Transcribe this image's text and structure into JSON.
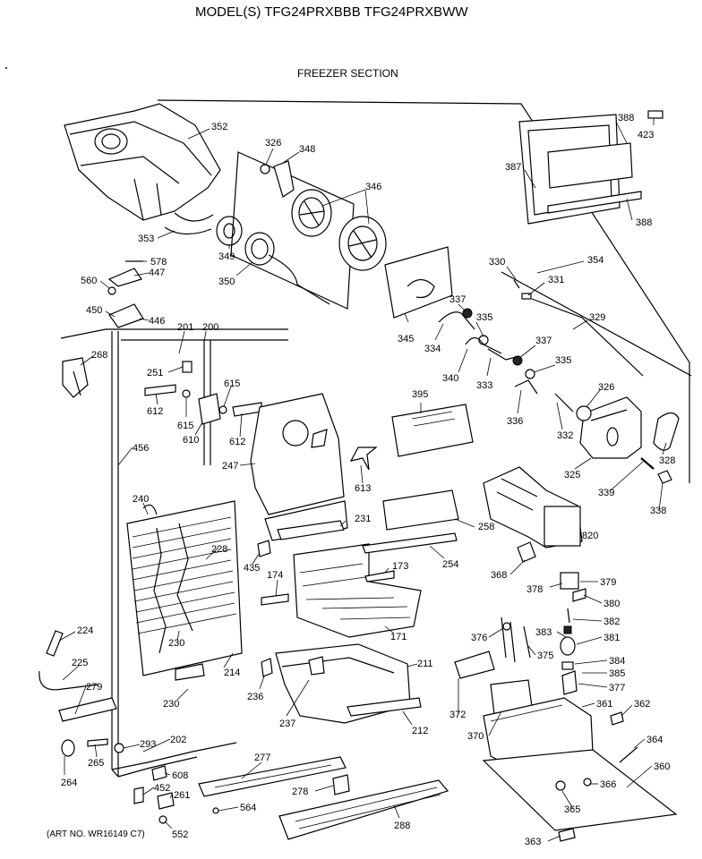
{
  "header": {
    "model_title": "MODEL(S) TFG24PRXBBB  TFG24PRXBWW",
    "section_title": "FREEZER SECTION"
  },
  "footer": {
    "art_number": "(ART NO. WR16149 C7)"
  },
  "parts": [
    {
      "id": "p352",
      "label": "352"
    },
    {
      "id": "p326a",
      "label": "326"
    },
    {
      "id": "p348",
      "label": "348"
    },
    {
      "id": "p346",
      "label": "346"
    },
    {
      "id": "p353",
      "label": "353"
    },
    {
      "id": "p349",
      "label": "349"
    },
    {
      "id": "p350",
      "label": "350"
    },
    {
      "id": "p578",
      "label": "578"
    },
    {
      "id": "p447",
      "label": "447"
    },
    {
      "id": "p560",
      "label": "560"
    },
    {
      "id": "p450",
      "label": "450"
    },
    {
      "id": "p446",
      "label": "446"
    },
    {
      "id": "p201",
      "label": "201"
    },
    {
      "id": "p200",
      "label": "200"
    },
    {
      "id": "p268",
      "label": "268"
    },
    {
      "id": "p251",
      "label": "251"
    },
    {
      "id": "p615a",
      "label": "615"
    },
    {
      "id": "p612a",
      "label": "612"
    },
    {
      "id": "p615b",
      "label": "615"
    },
    {
      "id": "p610",
      "label": "610"
    },
    {
      "id": "p612b",
      "label": "612"
    },
    {
      "id": "p456",
      "label": "456"
    },
    {
      "id": "p247",
      "label": "247"
    },
    {
      "id": "p613",
      "label": "613"
    },
    {
      "id": "p240",
      "label": "240"
    },
    {
      "id": "p231",
      "label": "231"
    },
    {
      "id": "p228",
      "label": "228"
    },
    {
      "id": "p435",
      "label": "435"
    },
    {
      "id": "p174",
      "label": "174"
    },
    {
      "id": "p173",
      "label": "173"
    },
    {
      "id": "p258",
      "label": "258"
    },
    {
      "id": "p254",
      "label": "254"
    },
    {
      "id": "p820",
      "label": "820"
    },
    {
      "id": "p368",
      "label": "368"
    },
    {
      "id": "p224",
      "label": "224"
    },
    {
      "id": "p225",
      "label": "225"
    },
    {
      "id": "p230a",
      "label": "230"
    },
    {
      "id": "p214",
      "label": "214"
    },
    {
      "id": "p230b",
      "label": "230"
    },
    {
      "id": "p279",
      "label": "279"
    },
    {
      "id": "p171",
      "label": "171"
    },
    {
      "id": "p211",
      "label": "211"
    },
    {
      "id": "p236",
      "label": "236"
    },
    {
      "id": "p237",
      "label": "237"
    },
    {
      "id": "p212",
      "label": "212"
    },
    {
      "id": "p202",
      "label": "202"
    },
    {
      "id": "p293",
      "label": "293"
    },
    {
      "id": "p265",
      "label": "265"
    },
    {
      "id": "p264",
      "label": "264"
    },
    {
      "id": "p608",
      "label": "608"
    },
    {
      "id": "p452",
      "label": "452"
    },
    {
      "id": "p261",
      "label": "261"
    },
    {
      "id": "p552",
      "label": "552"
    },
    {
      "id": "p277",
      "label": "277"
    },
    {
      "id": "p278",
      "label": "278"
    },
    {
      "id": "p564",
      "label": "564"
    },
    {
      "id": "p288",
      "label": "288"
    },
    {
      "id": "p388a",
      "label": "388"
    },
    {
      "id": "p423",
      "label": "423"
    },
    {
      "id": "p387",
      "label": "387"
    },
    {
      "id": "p388b",
      "label": "388"
    },
    {
      "id": "p330",
      "label": "330"
    },
    {
      "id": "p354",
      "label": "354"
    },
    {
      "id": "p331",
      "label": "331"
    },
    {
      "id": "p337a",
      "label": "337"
    },
    {
      "id": "p335a",
      "label": "335"
    },
    {
      "id": "p329",
      "label": "329"
    },
    {
      "id": "p345",
      "label": "345"
    },
    {
      "id": "p334",
      "label": "334"
    },
    {
      "id": "p340",
      "label": "340"
    },
    {
      "id": "p333",
      "label": "333"
    },
    {
      "id": "p337b",
      "label": "337"
    },
    {
      "id": "p335b",
      "label": "335"
    },
    {
      "id": "p326b",
      "label": "326"
    },
    {
      "id": "p395",
      "label": "395"
    },
    {
      "id": "p336",
      "label": "336"
    },
    {
      "id": "p332",
      "label": "332"
    },
    {
      "id": "p325",
      "label": "325"
    },
    {
      "id": "p328",
      "label": "328"
    },
    {
      "id": "p339",
      "label": "339"
    },
    {
      "id": "p338",
      "label": "338"
    },
    {
      "id": "p378",
      "label": "378"
    },
    {
      "id": "p379",
      "label": "379"
    },
    {
      "id": "p380",
      "label": "380"
    },
    {
      "id": "p382",
      "label": "382"
    },
    {
      "id": "p376",
      "label": "376"
    },
    {
      "id": "p383",
      "label": "383"
    },
    {
      "id": "p375",
      "label": "375"
    },
    {
      "id": "p381",
      "label": "381"
    },
    {
      "id": "p384",
      "label": "384"
    },
    {
      "id": "p385",
      "label": "385"
    },
    {
      "id": "p377",
      "label": "377"
    },
    {
      "id": "p372",
      "label": "372"
    },
    {
      "id": "p361",
      "label": "361"
    },
    {
      "id": "p362",
      "label": "362"
    },
    {
      "id": "p370",
      "label": "370"
    },
    {
      "id": "p364",
      "label": "364"
    },
    {
      "id": "p360",
      "label": "360"
    },
    {
      "id": "p366",
      "label": "366"
    },
    {
      "id": "p365",
      "label": "365"
    },
    {
      "id": "p363",
      "label": "363"
    }
  ]
}
